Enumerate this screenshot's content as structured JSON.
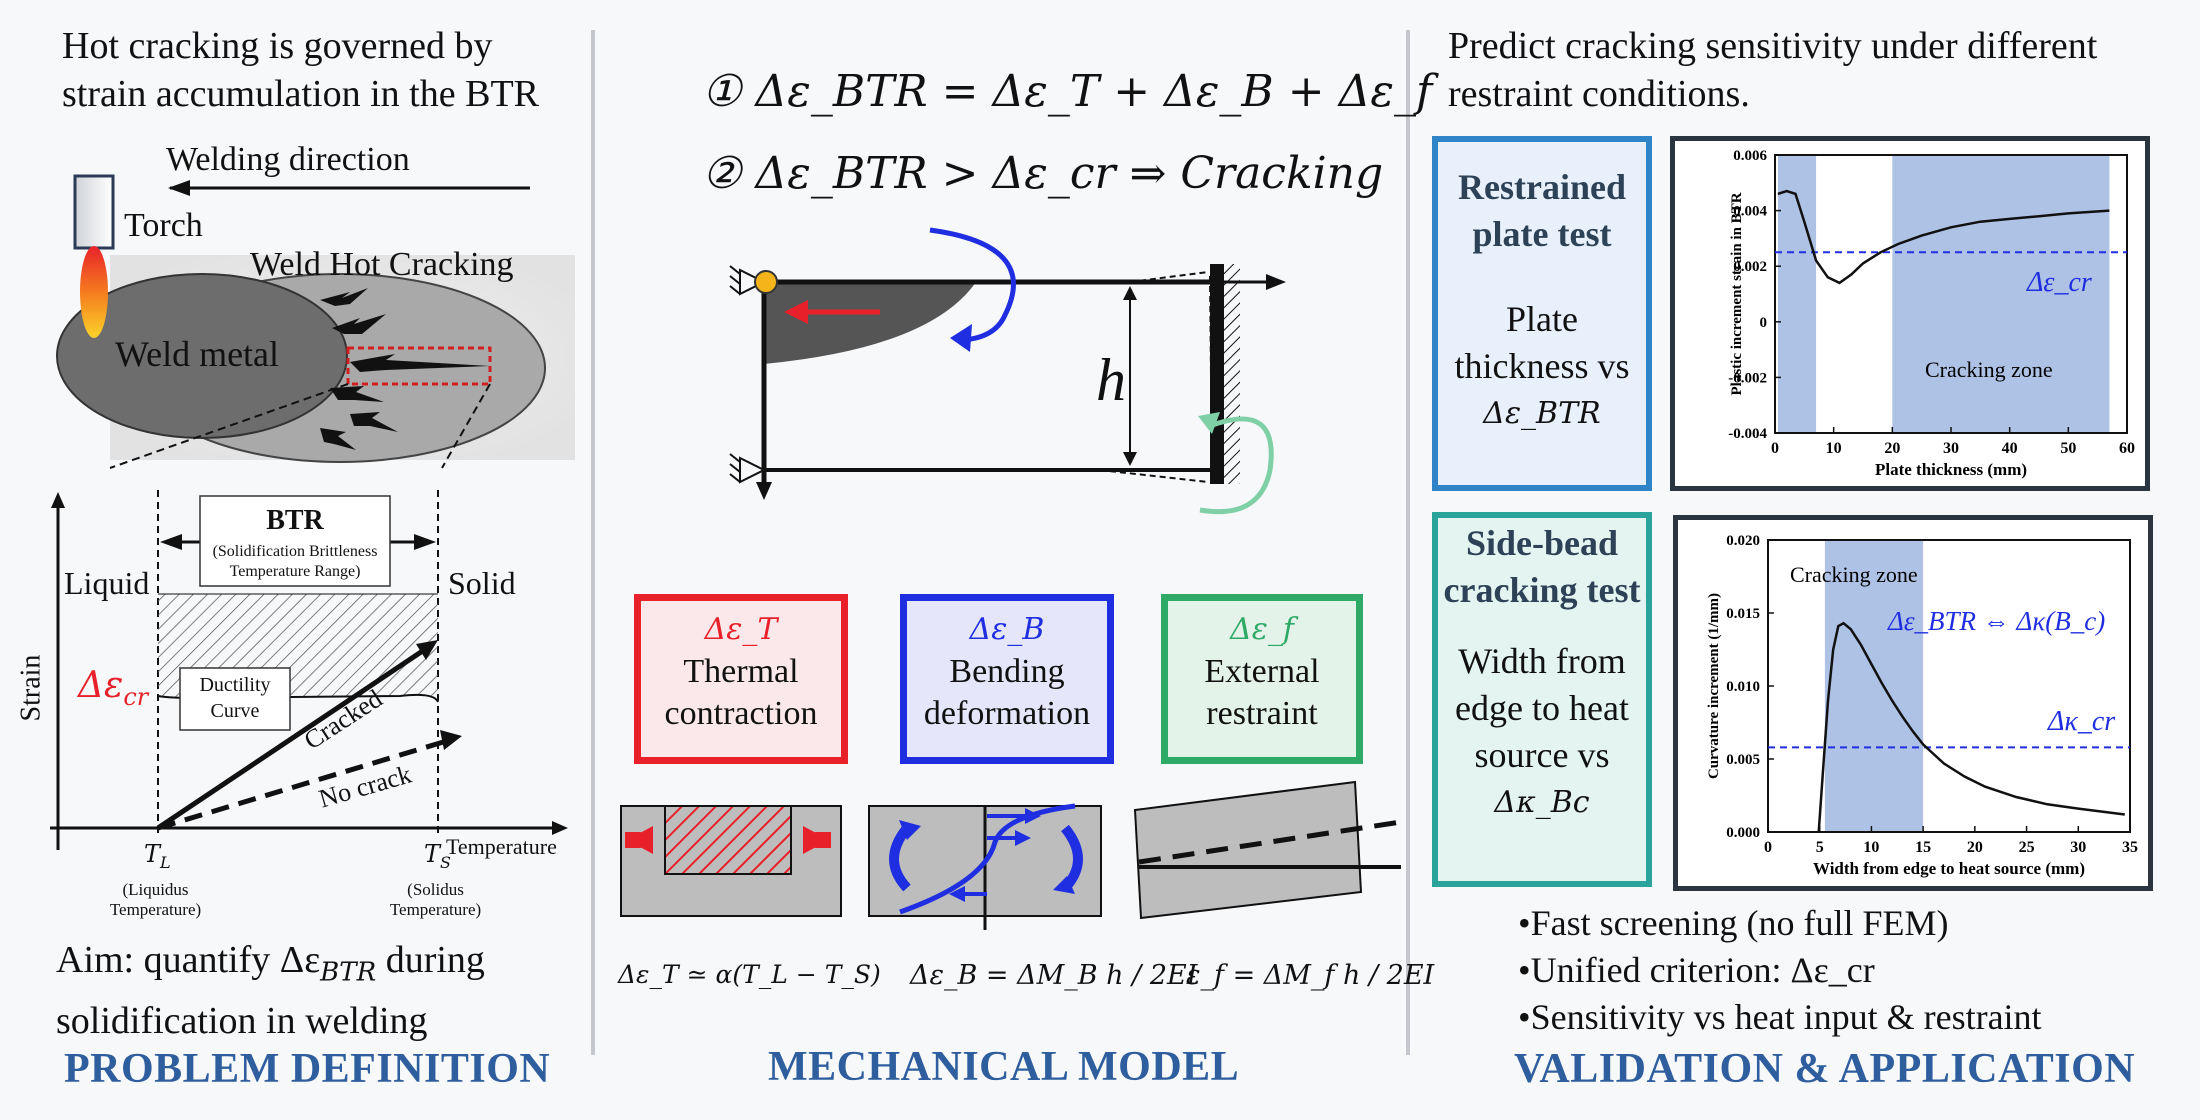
{
  "problem": {
    "intro": "Hot cracking is governed by strain accumulation in the BTR",
    "welding_direction": "Welding direction",
    "torch": "Torch",
    "weld_hot_cracking": "Weld Hot Cracking",
    "weld_metal": "Weld metal",
    "btr_title": "BTR",
    "btr_sub": "(Solidification Brittleness Temperature Range)",
    "liquid": "Liquid",
    "solid": "Solid",
    "strain": "Strain",
    "eps_cr": "Δε",
    "eps_cr_sub": "cr",
    "ductility_curve": "Ductility Curve",
    "cracked": "Cracked",
    "no_crack": "No crack",
    "temperature": "Temperature",
    "tl": "T",
    "tl_sub": "L",
    "ts": "T",
    "ts_sub": "S",
    "liquidus": "(Liquidus Temperature)",
    "solidus": "(Solidus Temperature)",
    "aim": "Aim: quantify Δε",
    "aim_sub": "BTR",
    "aim_rest": " during solidification in welding",
    "footer": "PROBLEM DEFINITION"
  },
  "model": {
    "eq1": "① Δε_BTR = Δε_T + Δε_B + Δε_f",
    "eq2": "② Δε_BTR > Δε_cr ⇒ Cracking",
    "h_label": "h",
    "boxes": [
      {
        "sym": "Δε_T",
        "label": "Thermal contraction",
        "color": "#e8202a"
      },
      {
        "sym": "Δε_B",
        "label": "Bending deformation",
        "color": "#1f2ee0"
      },
      {
        "sym": "Δε_f",
        "label": "External restraint",
        "color": "#2eaa66"
      }
    ],
    "f1": "Δε_T ≃ α(T_L − T_S)",
    "f2": "Δε_B = ΔM_B h / 2EI",
    "f3": "ε_f = ΔM_f h / 2EI",
    "footer": "MECHANICAL MODEL"
  },
  "validation": {
    "intro": "Predict cracking sensitivity under different restraint conditions.",
    "test1": {
      "title": "Restrained plate test",
      "desc": "Plate thickness vs",
      "sym": "Δε_BTR",
      "color": "#2e84c6"
    },
    "test2": {
      "title": "Side-bead cracking test",
      "desc": "Width from edge to heat source vs",
      "sym": "Δκ_Bc",
      "color": "#2aa39a"
    },
    "bullets": [
      "•Fast screening (no full FEM)",
      "•Unified criterion:  Δε_cr",
      "•Sensitivity vs heat input & restraint"
    ],
    "footer": "VALIDATION & APPLICATION"
  },
  "colors": {
    "accent": "#2e5e9e",
    "band": "#aec2e6",
    "red": "#e8202a",
    "blue": "#1f2ee0",
    "green": "#2eaa66"
  },
  "chart_data": [
    {
      "type": "line",
      "xlabel": "Plate thickness (mm)",
      "ylabel": "Plastic increment strain in BTR",
      "xlim": [
        0,
        60
      ],
      "ylim": [
        -0.004,
        0.006
      ],
      "xticks": [
        0,
        10,
        20,
        30,
        40,
        50,
        60
      ],
      "yticks": [
        -0.004,
        -0.002,
        0,
        0.002,
        0.004,
        0.006
      ],
      "ytick_labels": [
        "-0.004",
        "-0.002",
        "0",
        "0.002",
        "0.004",
        "0.006"
      ],
      "series": [
        {
          "x": [
            0.5,
            2,
            3.5,
            5,
            7,
            9,
            11,
            13,
            15,
            18,
            21,
            25,
            30,
            35,
            40,
            45,
            50,
            57
          ],
          "y": [
            0.0046,
            0.0047,
            0.0046,
            0.0036,
            0.0022,
            0.0016,
            0.0014,
            0.0017,
            0.0021,
            0.0025,
            0.0028,
            0.0031,
            0.0034,
            0.0036,
            0.0037,
            0.0038,
            0.0039,
            0.004
          ]
        }
      ],
      "threshold": 0.0025,
      "threshold_label": "Δε_cr",
      "zones": [
        [
          0.5,
          7
        ],
        [
          20,
          57
        ]
      ],
      "zone_label": "Cracking zone"
    },
    {
      "type": "line",
      "xlabel": "Width from edge to heat source (mm)",
      "ylabel": "Curvature increment (1/mm)",
      "xlim": [
        0,
        35
      ],
      "ylim": [
        0,
        0.02
      ],
      "xticks": [
        0,
        5,
        10,
        15,
        20,
        25,
        30,
        35
      ],
      "yticks": [
        0,
        0.005,
        0.01,
        0.015,
        0.02
      ],
      "ytick_labels": [
        "0.000",
        "0.005",
        "0.010",
        "0.015",
        "0.020"
      ],
      "series": [
        {
          "x": [
            4.9,
            5.3,
            5.8,
            6.3,
            6.8,
            7.3,
            8,
            9,
            10,
            11,
            12,
            13,
            14,
            15,
            17,
            19,
            21,
            24,
            27,
            30,
            34.5
          ],
          "y": [
            0.0,
            0.004,
            0.009,
            0.0125,
            0.0141,
            0.0143,
            0.0139,
            0.0128,
            0.0115,
            0.0102,
            0.009,
            0.0079,
            0.0069,
            0.006,
            0.0047,
            0.0038,
            0.0031,
            0.0024,
            0.0019,
            0.0016,
            0.0012
          ]
        }
      ],
      "threshold": 0.0058,
      "threshold_label": "Δκ_cr",
      "zones": [
        [
          5.5,
          15
        ]
      ],
      "zone_label": "Cracking zone",
      "annotation": "Δε_BTR ⇔ Δκ(B_c)"
    }
  ]
}
